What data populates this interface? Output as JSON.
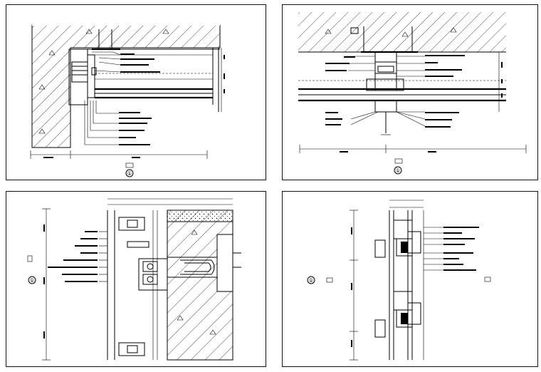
{
  "sheets": [
    {
      "id": "detail-1",
      "badge": "①",
      "title_tag": "节点"
    },
    {
      "id": "detail-2",
      "badge": "①",
      "title_tag": "节点"
    },
    {
      "id": "detail-3",
      "badge": "①",
      "title_tag": "节点"
    },
    {
      "id": "detail-4",
      "badge": "①",
      "title_tag": "节点"
    }
  ]
}
